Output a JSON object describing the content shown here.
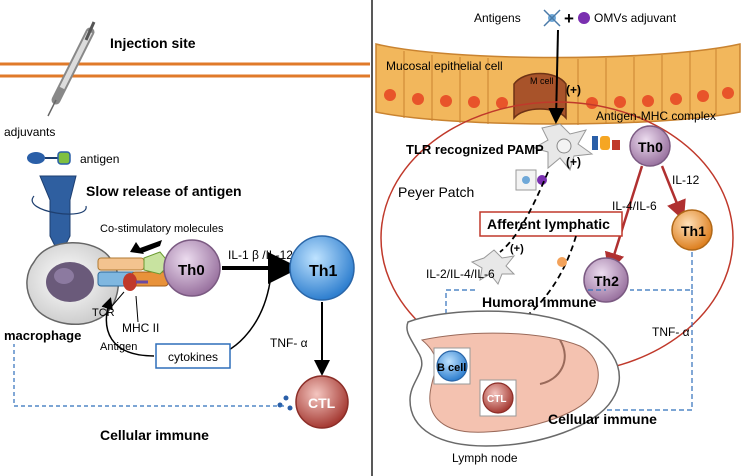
{
  "left_panel": {
    "injection_site": "Injection site",
    "adjuvants": "adjuvants",
    "antigen": "antigen",
    "slow_release": "Slow release of antigen",
    "costim": "Co-stimulatory molecules",
    "th0": "Th0",
    "il_label": "IL-1 β /IL-12",
    "th1": "Th1",
    "tcr": "TCR",
    "mhc": "MHC II",
    "macrophage": "macrophage",
    "antigen_label": "Antigen",
    "cytokines": "cytokines",
    "tnf": "TNF- α",
    "ctl": "CTL",
    "cellular_immune": "Cellular immune"
  },
  "right_panel": {
    "antigens": "Antigens",
    "plus": "+",
    "omv": "OMVs adjuvant",
    "mucosal": "Mucosal epithelial cell",
    "mcell": "M cell",
    "plus_paren": "(+)",
    "antigen_mhc": "Antigen-MHC complex",
    "tlr": "TLR recognized PAMP",
    "th0": "Th0",
    "il12": "IL-12",
    "peyer": "Peyer Patch",
    "il4_il6": "IL-4/IL-6",
    "afferent": "Afferent lymphatic",
    "th1": "Th1",
    "il2_il4_il6": "IL-2/IL-4/IL-6",
    "th2": "Th2",
    "humoral": "Humoral immune",
    "tnf": "TNF- α",
    "bcell": "B cell",
    "ctl": "CTL",
    "cellular_immune": "Cellular immune",
    "lymph_node": "Lymph node"
  },
  "colors": {
    "membrane": "#e8a050",
    "peyer_border": "#c0392b",
    "th0": "#b48fb8",
    "th1_blue": "#3d8fd8",
    "ctl": "#b0403a",
    "th1_orange": "#e58a2c",
    "dashed_blue": "#2f6fba"
  }
}
